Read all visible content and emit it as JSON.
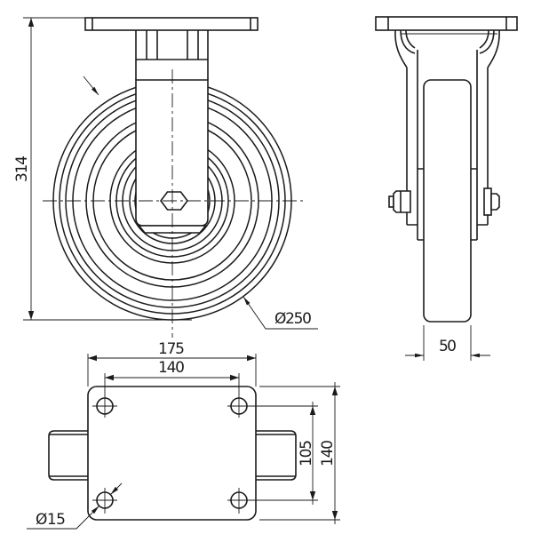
{
  "drawing": {
    "subject": "fixed caster wheel technical drawing, three orthographic views",
    "colors": {
      "line": "#1b1b1b",
      "background": "#ffffff"
    },
    "dimensions": {
      "overall_height": "314",
      "wheel_diameter": "Ø250",
      "wheel_width": "50",
      "plate_width": "175",
      "hole_spacing_width": "140",
      "hole_spacing_depth": "105",
      "plate_depth": "140",
      "hole_diameter": "Ø15"
    }
  }
}
